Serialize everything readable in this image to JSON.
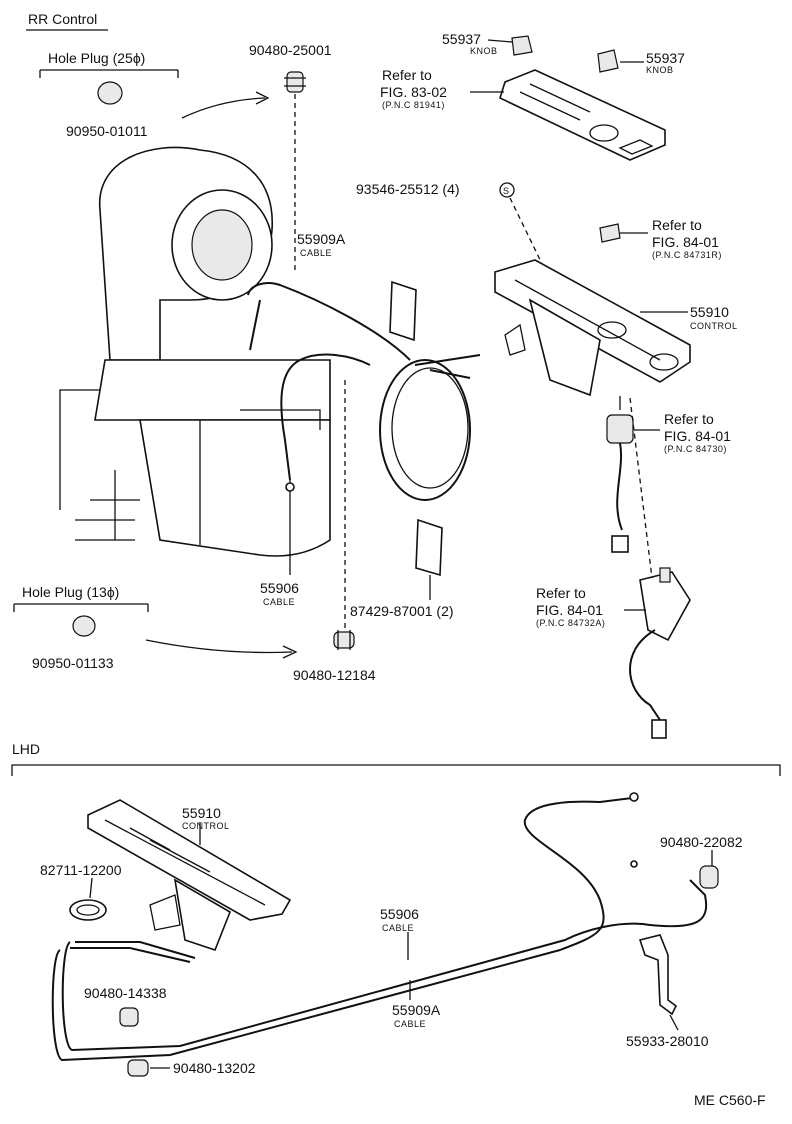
{
  "section_rr": {
    "title": "RR Control"
  },
  "section_lhd": {
    "title": "LHD"
  },
  "hole_plug_25": {
    "title": "Hole Plug (25ϕ)",
    "part": "90950-01011"
  },
  "hole_plug_13": {
    "title": "Hole Plug (13ϕ)",
    "part": "90950-01133"
  },
  "labels": {
    "p90480_25001": "90480-25001",
    "knob_a": {
      "part": "55937",
      "desc": "KNOB"
    },
    "knob_b": {
      "part": "55937",
      "desc": "KNOB"
    },
    "refer_83": {
      "refer": "Refer to",
      "fig": "FIG. 83-02",
      "pnc": "(P.N.C 81941)"
    },
    "screw": {
      "part": "93546-25512 (4)",
      "symbol": "S"
    },
    "refer_84a": {
      "refer": "Refer to",
      "fig": "FIG. 84-01",
      "pnc": "(P.N.C 84731R)"
    },
    "cable_a_top": {
      "part": "55909A",
      "desc": "CABLE"
    },
    "control_top": {
      "part": "55910",
      "desc": "CONTROL"
    },
    "refer_84b": {
      "refer": "Refer to",
      "fig": "FIG. 84-01",
      "pnc": "(P.N.C 84730)"
    },
    "cable_906_top": {
      "part": "55906",
      "desc": "CABLE"
    },
    "p87429": "87429-87001 (2)",
    "refer_84c": {
      "refer": "Refer to",
      "fig": "FIG. 84-01",
      "pnc": "(P.N.C 84732A)"
    },
    "p90480_12184": "90480-12184",
    "control_lhd": {
      "part": "55910",
      "desc": "CONTROL"
    },
    "p82711": "82711-12200",
    "cable_906_lhd": {
      "part": "55906",
      "desc": "CABLE"
    },
    "p90480_22082": "90480-22082",
    "p90480_14338": "90480-14338",
    "cable_a_lhd": {
      "part": "55909A",
      "desc": "CABLE"
    },
    "p55933": "55933-28010",
    "p90480_13202": "90480-13202",
    "code": "ME C560-F"
  }
}
